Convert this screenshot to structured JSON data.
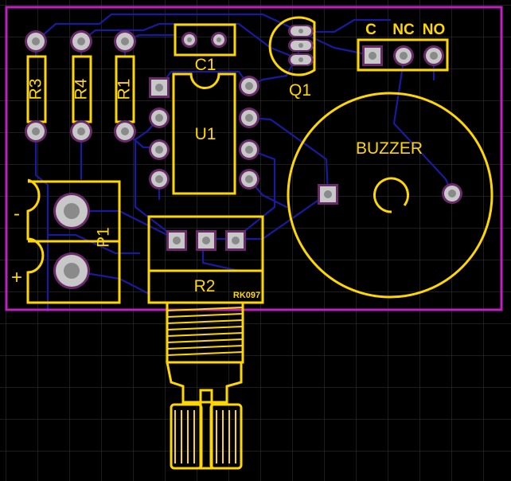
{
  "colors": {
    "background": "#000000",
    "grid": "#3a3a3a",
    "board_outline": "#c020c0",
    "silkscreen": "#ffd700",
    "traces": "#1a1aa0",
    "pad_fill": "#c8c8c8",
    "pad_ring": "#6a2a6a"
  },
  "labels": {
    "r3": "R3",
    "r4": "R4",
    "r1": "R1",
    "c1": "C1",
    "q1": "Q1",
    "u1": "U1",
    "p1": "P1",
    "r2": "R2",
    "buzzer": "BUZZER",
    "relay_c": "C",
    "relay_nc": "NC",
    "relay_no": "NO",
    "minus": "-",
    "plus": "+",
    "rk097": "RK097"
  }
}
